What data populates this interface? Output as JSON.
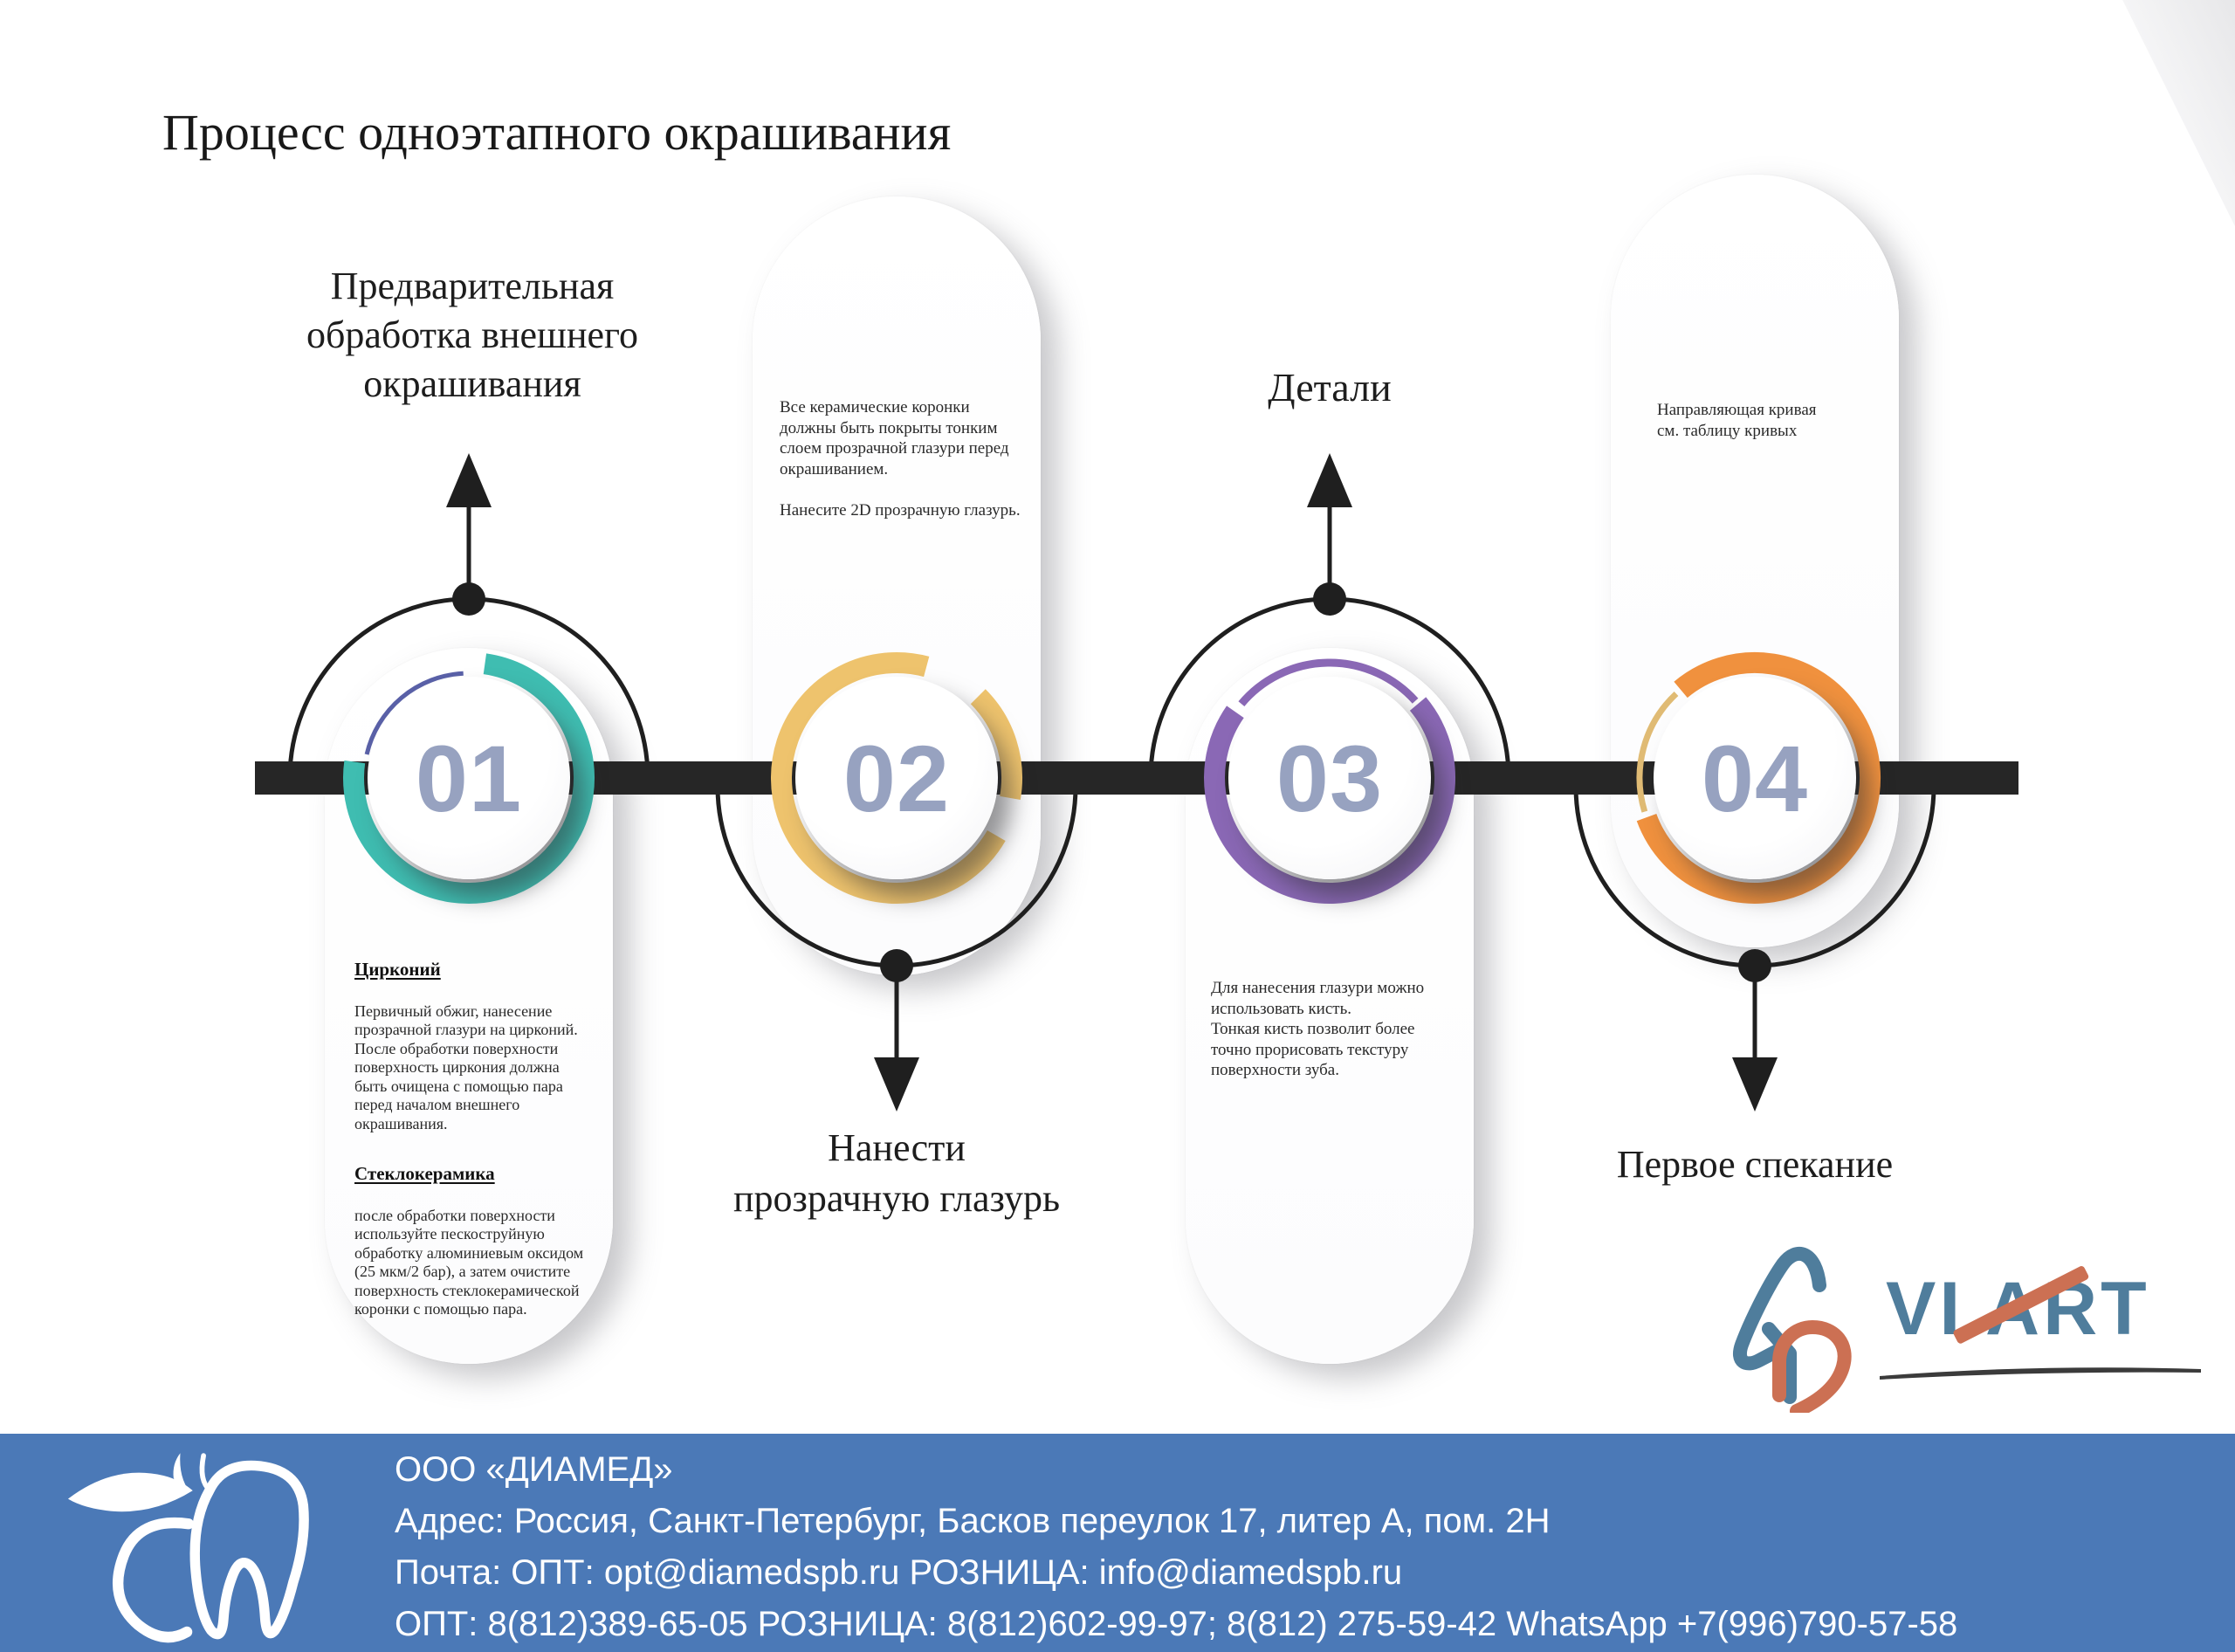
{
  "title": "Процесс одноэтапного окрашивания",
  "steps": [
    {
      "number": "01",
      "color": "#3fbdb1",
      "accent2": "#5a61a8",
      "heading": "Предварительная\nобработка внешнего\nокрашивания",
      "sections": [
        {
          "title": "Цирконий",
          "text": "Первичный обжиг, нанесение прозрачной глазури на цирконий.\nПосле обработки поверхности поверхность циркония должна быть очищена с помощью пара перед началом внешнего окрашивания."
        },
        {
          "title": "Стеклокерамика",
          "text": "после обработки поверхности используйте пескоструйную обработку алюминиевым оксидом (25 мкм/2 бар), а затем очистите поверхность стеклокерамической коронки с помощью пара."
        }
      ]
    },
    {
      "number": "02",
      "color": "#eec36d",
      "accent2": "#eec36d",
      "card_text": "Все керамические коронки должны быть покрыты тонким слоем прозрачной глазури перед окрашиванием.\n\nНанесите 2D прозрачную глазурь.",
      "label": "Нанести\nпрозрачную глазурь"
    },
    {
      "number": "03",
      "color": "#8a68b5",
      "accent2": "#8a68b5",
      "heading": "Детали",
      "card_text": "Для нанесения глазури можно использовать кисть.\nТонкая кисть позволит более точно прорисовать текстуру поверхности зуба."
    },
    {
      "number": "04",
      "color": "#f0913e",
      "accent2": "#e0bb74",
      "card_text": "Направляющая кривая\nсм. таблицу кривых",
      "label": "Первое спекание"
    }
  ],
  "viart_logo": {
    "text": "VI ART"
  },
  "footer": {
    "company": "ООО «ДИАМЕД»",
    "address": "Адрес: Россия, Санкт-Петербург, Басков переулок 17, литер А, пом. 2Н",
    "email": "Почта: ОПТ: opt@diamedspb.ru РОЗНИЦА: info@diamedspb.ru",
    "phones": "ОПТ: 8(812)389-65-05 РОЗНИЦА: 8(812)602-99-97; 8(812) 275-59-42 WhatsApp +7(996)790-57-58"
  },
  "theme": {
    "timeline_color": "#262626",
    "arc_color": "#1f1f1f",
    "number_color": "#97a2c0",
    "footer_bg": "#4b79b7",
    "footer_text": "#ffffff",
    "logo_blue": "#4f7d9c",
    "logo_orange": "#cc7053"
  }
}
